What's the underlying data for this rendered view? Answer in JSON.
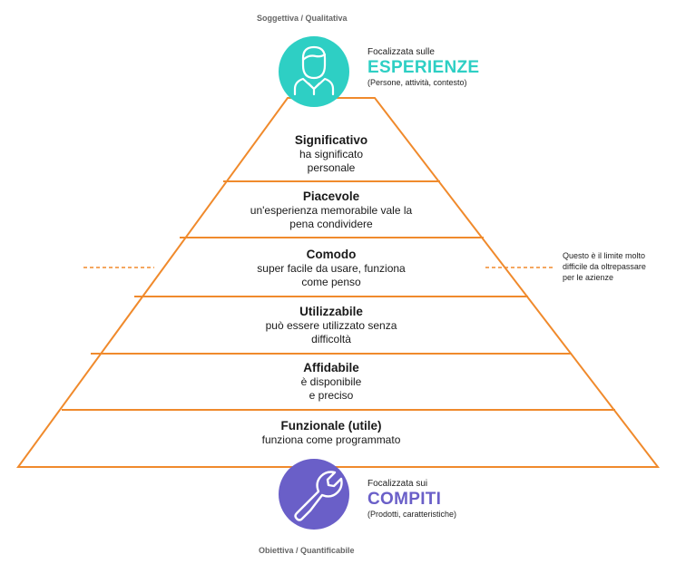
{
  "top_axis_label": "Soggettiva / Qualitativa",
  "bottom_axis_label": "Obiettiva / Quantificabile",
  "top_focus": {
    "prefix": "Focalizzata sulle",
    "title": "ESPERIENZE",
    "subtitle": "(Persone, attività, contesto)",
    "color": "#2ecfc4",
    "icon": "person-icon"
  },
  "bottom_focus": {
    "prefix": "Focalizzata sui",
    "title": "COMPITI",
    "subtitle": "(Prodotti, caratteristiche)",
    "color": "#6a5fc8",
    "icon": "wrench-icon"
  },
  "pyramid_color": "#f08a2c",
  "levels": [
    {
      "title": "Significativo",
      "desc": "ha significato\npersonale"
    },
    {
      "title": "Piacevole",
      "desc": "un'esperienza memorabile vale la\npena condividere"
    },
    {
      "title": "Comodo",
      "desc": "super facile da usare, funziona\ncome penso"
    },
    {
      "title": "Utilizzabile",
      "desc": "può essere utilizzato senza\ndifficoltà"
    },
    {
      "title": "Affidabile",
      "desc": "è disponibile\ne preciso"
    },
    {
      "title": "Funzionale (utile)",
      "desc": "funziona come programmato"
    }
  ],
  "side_note": "Questo è il limite molto\ndifficile da oltrepassare\nper le azienze"
}
